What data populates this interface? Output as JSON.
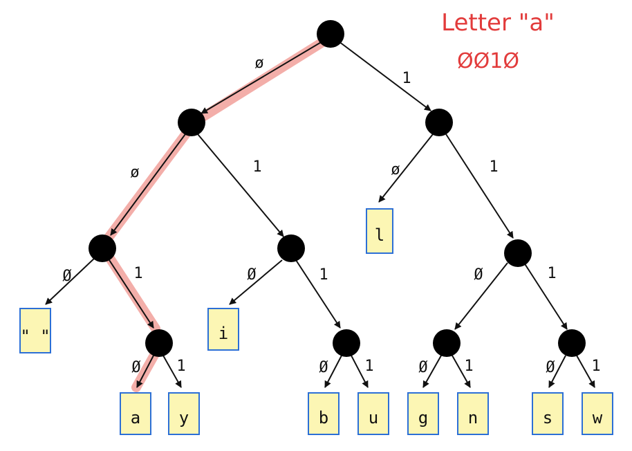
{
  "annotation": {
    "title": "Letter \"a\"",
    "code": "ØØ1Ø",
    "color": "#e23b3b"
  },
  "highlight_color": "#f2a5a0",
  "edge_labels": {
    "root_left": "ø",
    "root_right": "1",
    "n0_left": "ø",
    "n0_right": "1",
    "n1_left": "ø",
    "n1_right": "1",
    "n00_left": "Ø",
    "n00_right": "1",
    "n01_left": "Ø",
    "n01_right": "1",
    "n11_left": "Ø",
    "n11_right": "1",
    "n001_left": "Ø",
    "n001_right": "1",
    "n011_left": "Ø",
    "n011_right": "1",
    "n110_left": "Ø",
    "n110_right": "1",
    "n111_left": "Ø",
    "n111_right": "1"
  },
  "leaves": {
    "space": "\" \"",
    "a": "a",
    "y": "y",
    "i": "i",
    "b": "b",
    "u": "u",
    "l": "l",
    "g": "g",
    "n": "n",
    "s": "s",
    "w": "w"
  }
}
